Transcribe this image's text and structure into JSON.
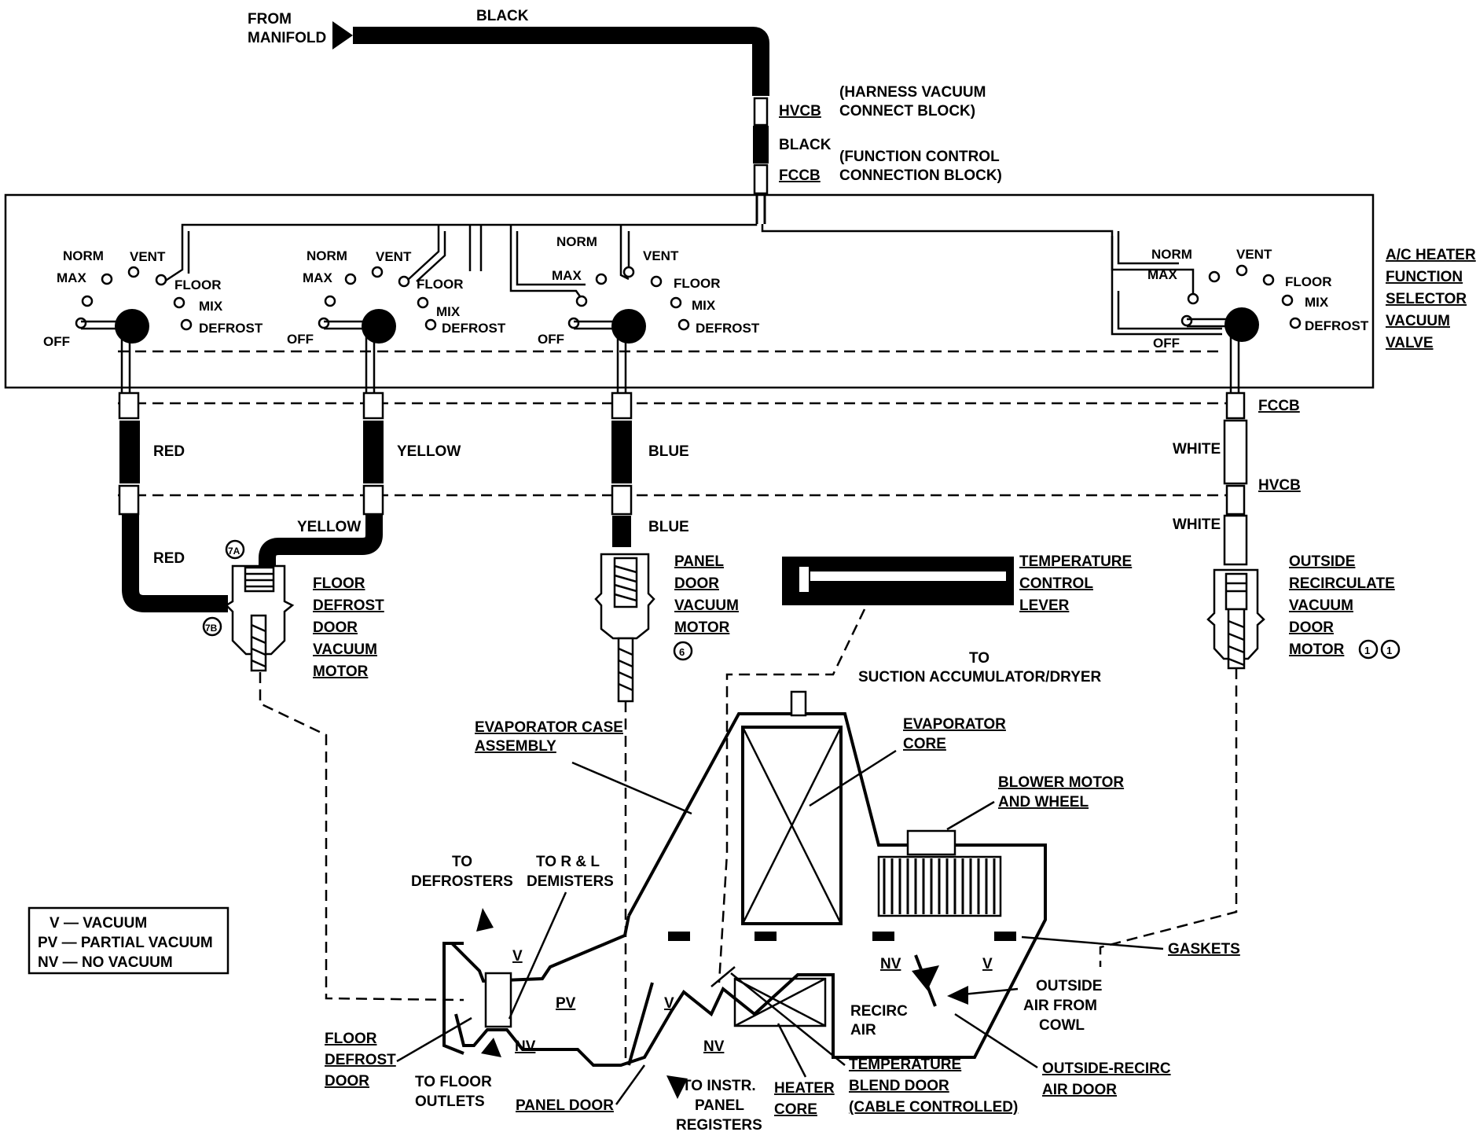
{
  "labels": {
    "from": "FROM",
    "manifold": "MANIFOLD",
    "black": "BLACK",
    "hvcb": "HVCB",
    "hvcb_desc_1": "(HARNESS VACUUM",
    "hvcb_desc_2": "CONNECT BLOCK)",
    "black2": "BLACK",
    "fccb": "FCCB",
    "fccb_desc_1": "(FUNCTION CONTROL",
    "fccb_desc_2": "CONNECTION BLOCK)",
    "selector_1": "A/C HEATER",
    "selector_2": "FUNCTION",
    "selector_3": "SELECTOR",
    "selector_4": "VACUUM",
    "selector_5": "VALVE",
    "norm": "NORM",
    "vent": "VENT",
    "max": "MAX",
    "floor": "FLOOR",
    "mix": "MIX",
    "defrost": "DEFROST",
    "off": "OFF",
    "red": "RED",
    "yellow": "YELLOW",
    "blue": "BLUE",
    "white": "WHITE",
    "fccb_r": "FCCB",
    "hvcb_r": "HVCB",
    "port_7a": "7A",
    "port_7b": "7B",
    "circle_6": "6",
    "circle_1": "1",
    "floor_motor": [
      "FLOOR",
      "DEFROST",
      "DOOR",
      "VACUUM",
      "MOTOR"
    ],
    "panel_motor": [
      "PANEL",
      "DOOR",
      "VACUUM",
      "MOTOR"
    ],
    "outside_motor": [
      "OUTSIDE",
      "RECIRCULATE",
      "VACUUM",
      "DOOR",
      "MOTOR"
    ],
    "temp_lever": [
      "TEMPERATURE",
      "CONTROL",
      "LEVER"
    ],
    "to": "TO",
    "suction": "SUCTION ACCUMULATOR/DRYER",
    "evap_case_1": "EVAPORATOR CASE",
    "evap_case_2": "ASSEMBLY",
    "evap_core_1": "EVAPORATOR",
    "evap_core_2": "CORE",
    "blower_1": "BLOWER MOTOR",
    "blower_2": "AND WHEEL",
    "gaskets": "GASKETS",
    "to_def_1": "TO",
    "to_def_2": "DEFROSTERS",
    "to_rl_1": "TO R & L",
    "to_rl_2": "DEMISTERS",
    "legend_v": "V — VACUUM",
    "legend_pv": "PV — PARTIAL VACUUM",
    "legend_nv": "NV — NO VACUUM",
    "v": "V",
    "pv": "PV",
    "nv": "NV",
    "recirc_1": "RECIRC",
    "recirc_2": "AIR",
    "outside_air": [
      "OUTSIDE",
      "AIR FROM",
      "COWL"
    ],
    "fdd": [
      "FLOOR",
      "DEFROST",
      "DOOR"
    ],
    "to_floor_1": "TO FLOOR",
    "to_floor_2": "OUTLETS",
    "panel_door": "PANEL DOOR",
    "to_instr": [
      "TO INSTR.",
      "PANEL",
      "REGISTERS"
    ],
    "heater_1": "HEATER",
    "heater_2": "CORE",
    "blend": [
      "TEMPERATURE",
      "BLEND DOOR",
      "(CABLE CONTROLLED)"
    ],
    "orad_1": "OUTSIDE-RECIRC",
    "orad_2": "AIR DOOR"
  }
}
